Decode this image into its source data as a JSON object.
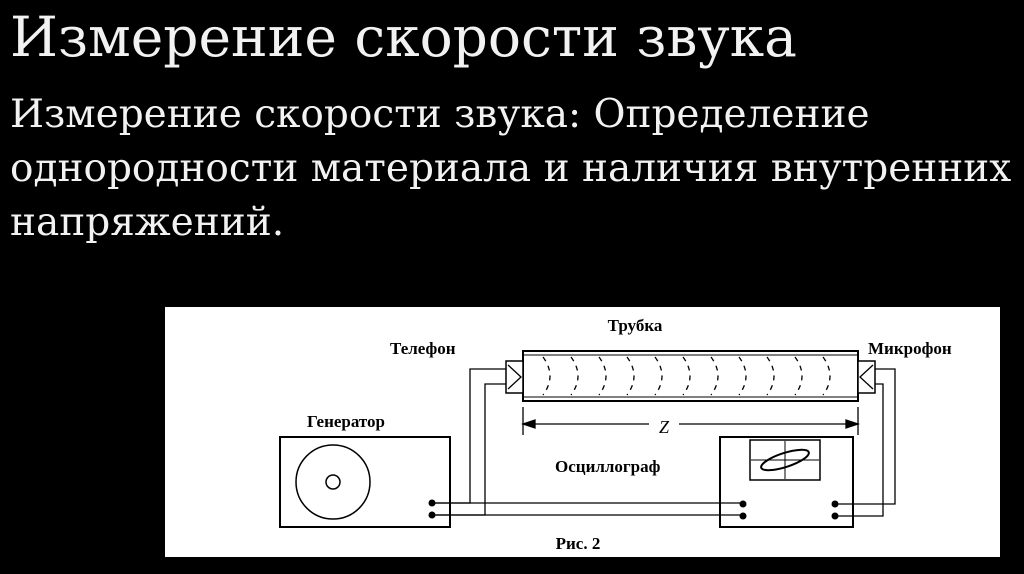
{
  "slide": {
    "title": "Измерение скорости звука",
    "body": "Измерение скорости звука: Определение однородности материала и наличия внутренних напряжений."
  },
  "diagram": {
    "labels": {
      "tube": "Трубка",
      "telephone": "Телефон",
      "microphone": "Микрофон",
      "generator": "Генератор",
      "oscilloscope": "Осциллограф",
      "length": "Z",
      "caption": "Рис. 2"
    }
  }
}
